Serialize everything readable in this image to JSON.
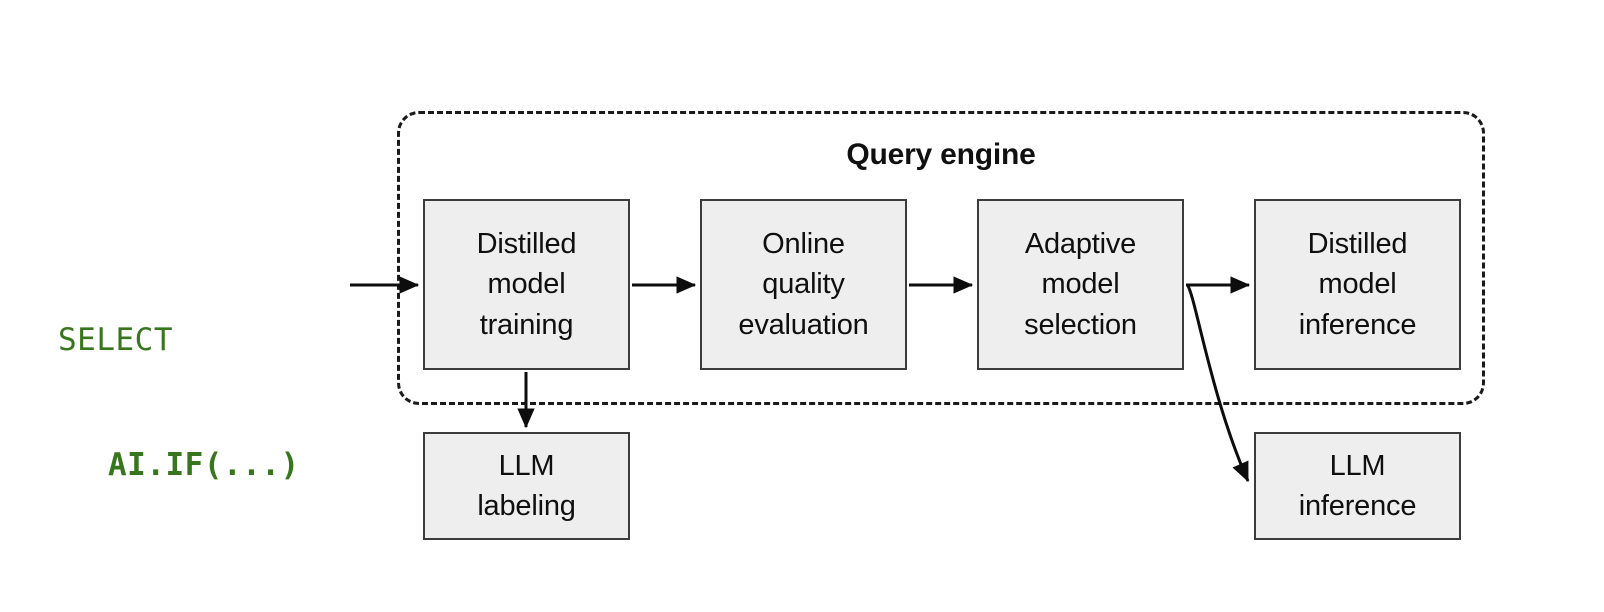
{
  "diagram": {
    "title": "Query engine",
    "background_color": "#ffffff",
    "node_fill_color": "#eeeeee",
    "node_border_color": "#3c3c3c",
    "arrow_color": "#0d0d0d",
    "sql_color": "#38761d",
    "container_border_style": "dashed"
  },
  "sql": {
    "line1": "SELECT",
    "line2": "AI.IF(...)"
  },
  "nodes": {
    "distilled_model_training": "Distilled\nmodel\ntraining",
    "online_quality_evaluation": "Online\nquality\nevaluation",
    "adaptive_model_selection": "Adaptive\nmodel\nselection",
    "distilled_model_inference": "Distilled\nmodel\ninference",
    "llm_labeling": "LLM\nlabeling",
    "llm_inference": "LLM\ninference"
  },
  "edges": [
    {
      "from": "sql-query",
      "to": "distilled-model-training",
      "style": "straight-horizontal"
    },
    {
      "from": "distilled-model-training",
      "to": "online-quality-evaluation",
      "style": "straight-horizontal"
    },
    {
      "from": "online-quality-evaluation",
      "to": "adaptive-model-selection",
      "style": "straight-horizontal"
    },
    {
      "from": "adaptive-model-selection",
      "to": "distilled-model-inference",
      "style": "straight-horizontal"
    },
    {
      "from": "distilled-model-training",
      "to": "llm-labeling",
      "style": "straight-vertical"
    },
    {
      "from": "adaptive-model-selection",
      "to": "llm-inference",
      "style": "curved"
    }
  ]
}
